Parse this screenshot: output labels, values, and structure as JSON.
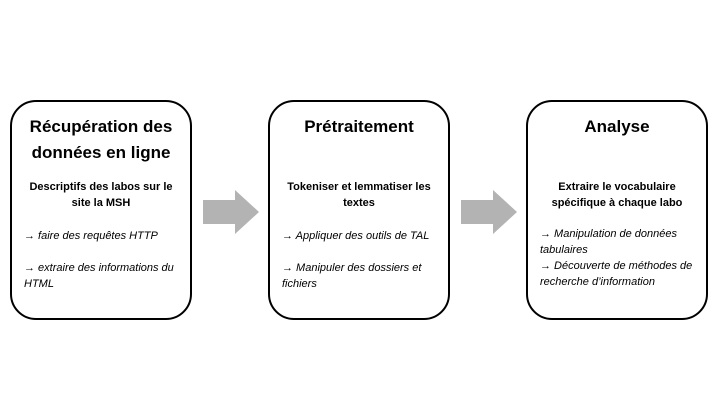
{
  "stages": [
    {
      "title": "Récupération des données en ligne",
      "subtitle": "Descriptifs des labos sur le site la MSH",
      "items": [
        "→ faire des requêtes HTTP",
        "→ extraire des informations du HTML"
      ]
    },
    {
      "title": "Prétraitement",
      "subtitle": "Tokeniser et lemmatiser les textes",
      "items": [
        "→ Appliquer des outils de TAL",
        "→ Manipuler des dossiers et fichiers"
      ]
    },
    {
      "title": "Analyse",
      "subtitle": "Extraire le vocabulaire spécifique à chaque labo",
      "items": [
        "→ Manipulation de données tabulaires",
        "→ Découverte de méthodes de recherche d’information"
      ]
    }
  ],
  "colors": {
    "arrow": "#b3b3b3",
    "border": "#000000"
  },
  "icons": {
    "connector": "right-arrow-icon"
  }
}
